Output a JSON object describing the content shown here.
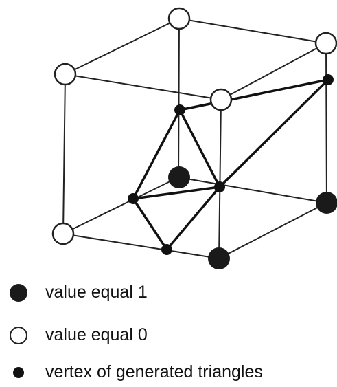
{
  "legend": {
    "items": [
      {
        "marker": "large-filled-circle",
        "label": "value equal 1",
        "fill": "#1a1a1a"
      },
      {
        "marker": "large-hollow-circle",
        "label": "value equal 0",
        "fill": "#ffffff"
      },
      {
        "marker": "small-filled-dot",
        "label": "vertex of generated triangles",
        "fill": "#111111"
      }
    ]
  },
  "colors": {
    "edge": "#222222",
    "filled_vertex": "#1a1a1a",
    "hollow_vertex_fill": "#ffffff",
    "triangle_vertex": "#111111"
  }
}
